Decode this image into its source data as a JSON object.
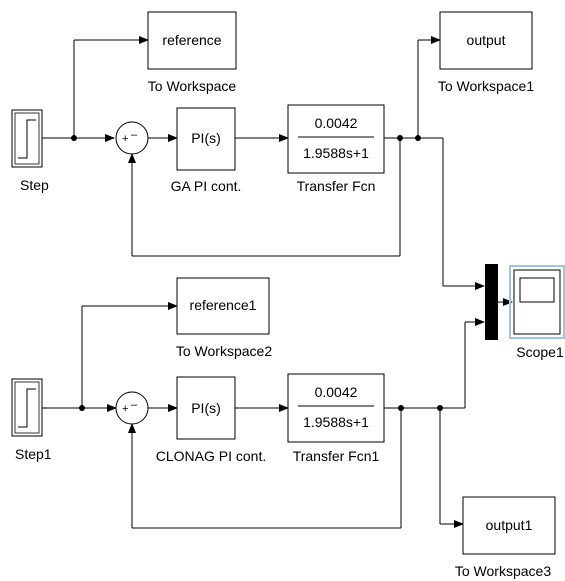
{
  "top": {
    "step": "Step",
    "reference_block": "reference",
    "reference_caption": "To Workspace",
    "pi_block": "PI(s)",
    "pi_caption": "GA PI cont.",
    "tf_num": "0.0042",
    "tf_den": "1.9588s+1",
    "tf_caption": "Transfer Fcn",
    "output_block": "output",
    "output_caption": "To Workspace1",
    "sum_plus": "+",
    "sum_minus": "–"
  },
  "bottom": {
    "step": "Step1",
    "reference_block": "reference1",
    "reference_caption": "To Workspace2",
    "pi_block": "PI(s)",
    "pi_caption": "CLONAG PI cont.",
    "tf_num": "0.0042",
    "tf_den": "1.9588s+1",
    "tf_caption": "Transfer Fcn1",
    "output_block": "output1",
    "output_caption": "To Workspace3",
    "sum_plus": "+",
    "sum_minus": "–"
  },
  "scope": {
    "caption": "Scope1",
    "highlight_color": "#9cc4e4"
  }
}
